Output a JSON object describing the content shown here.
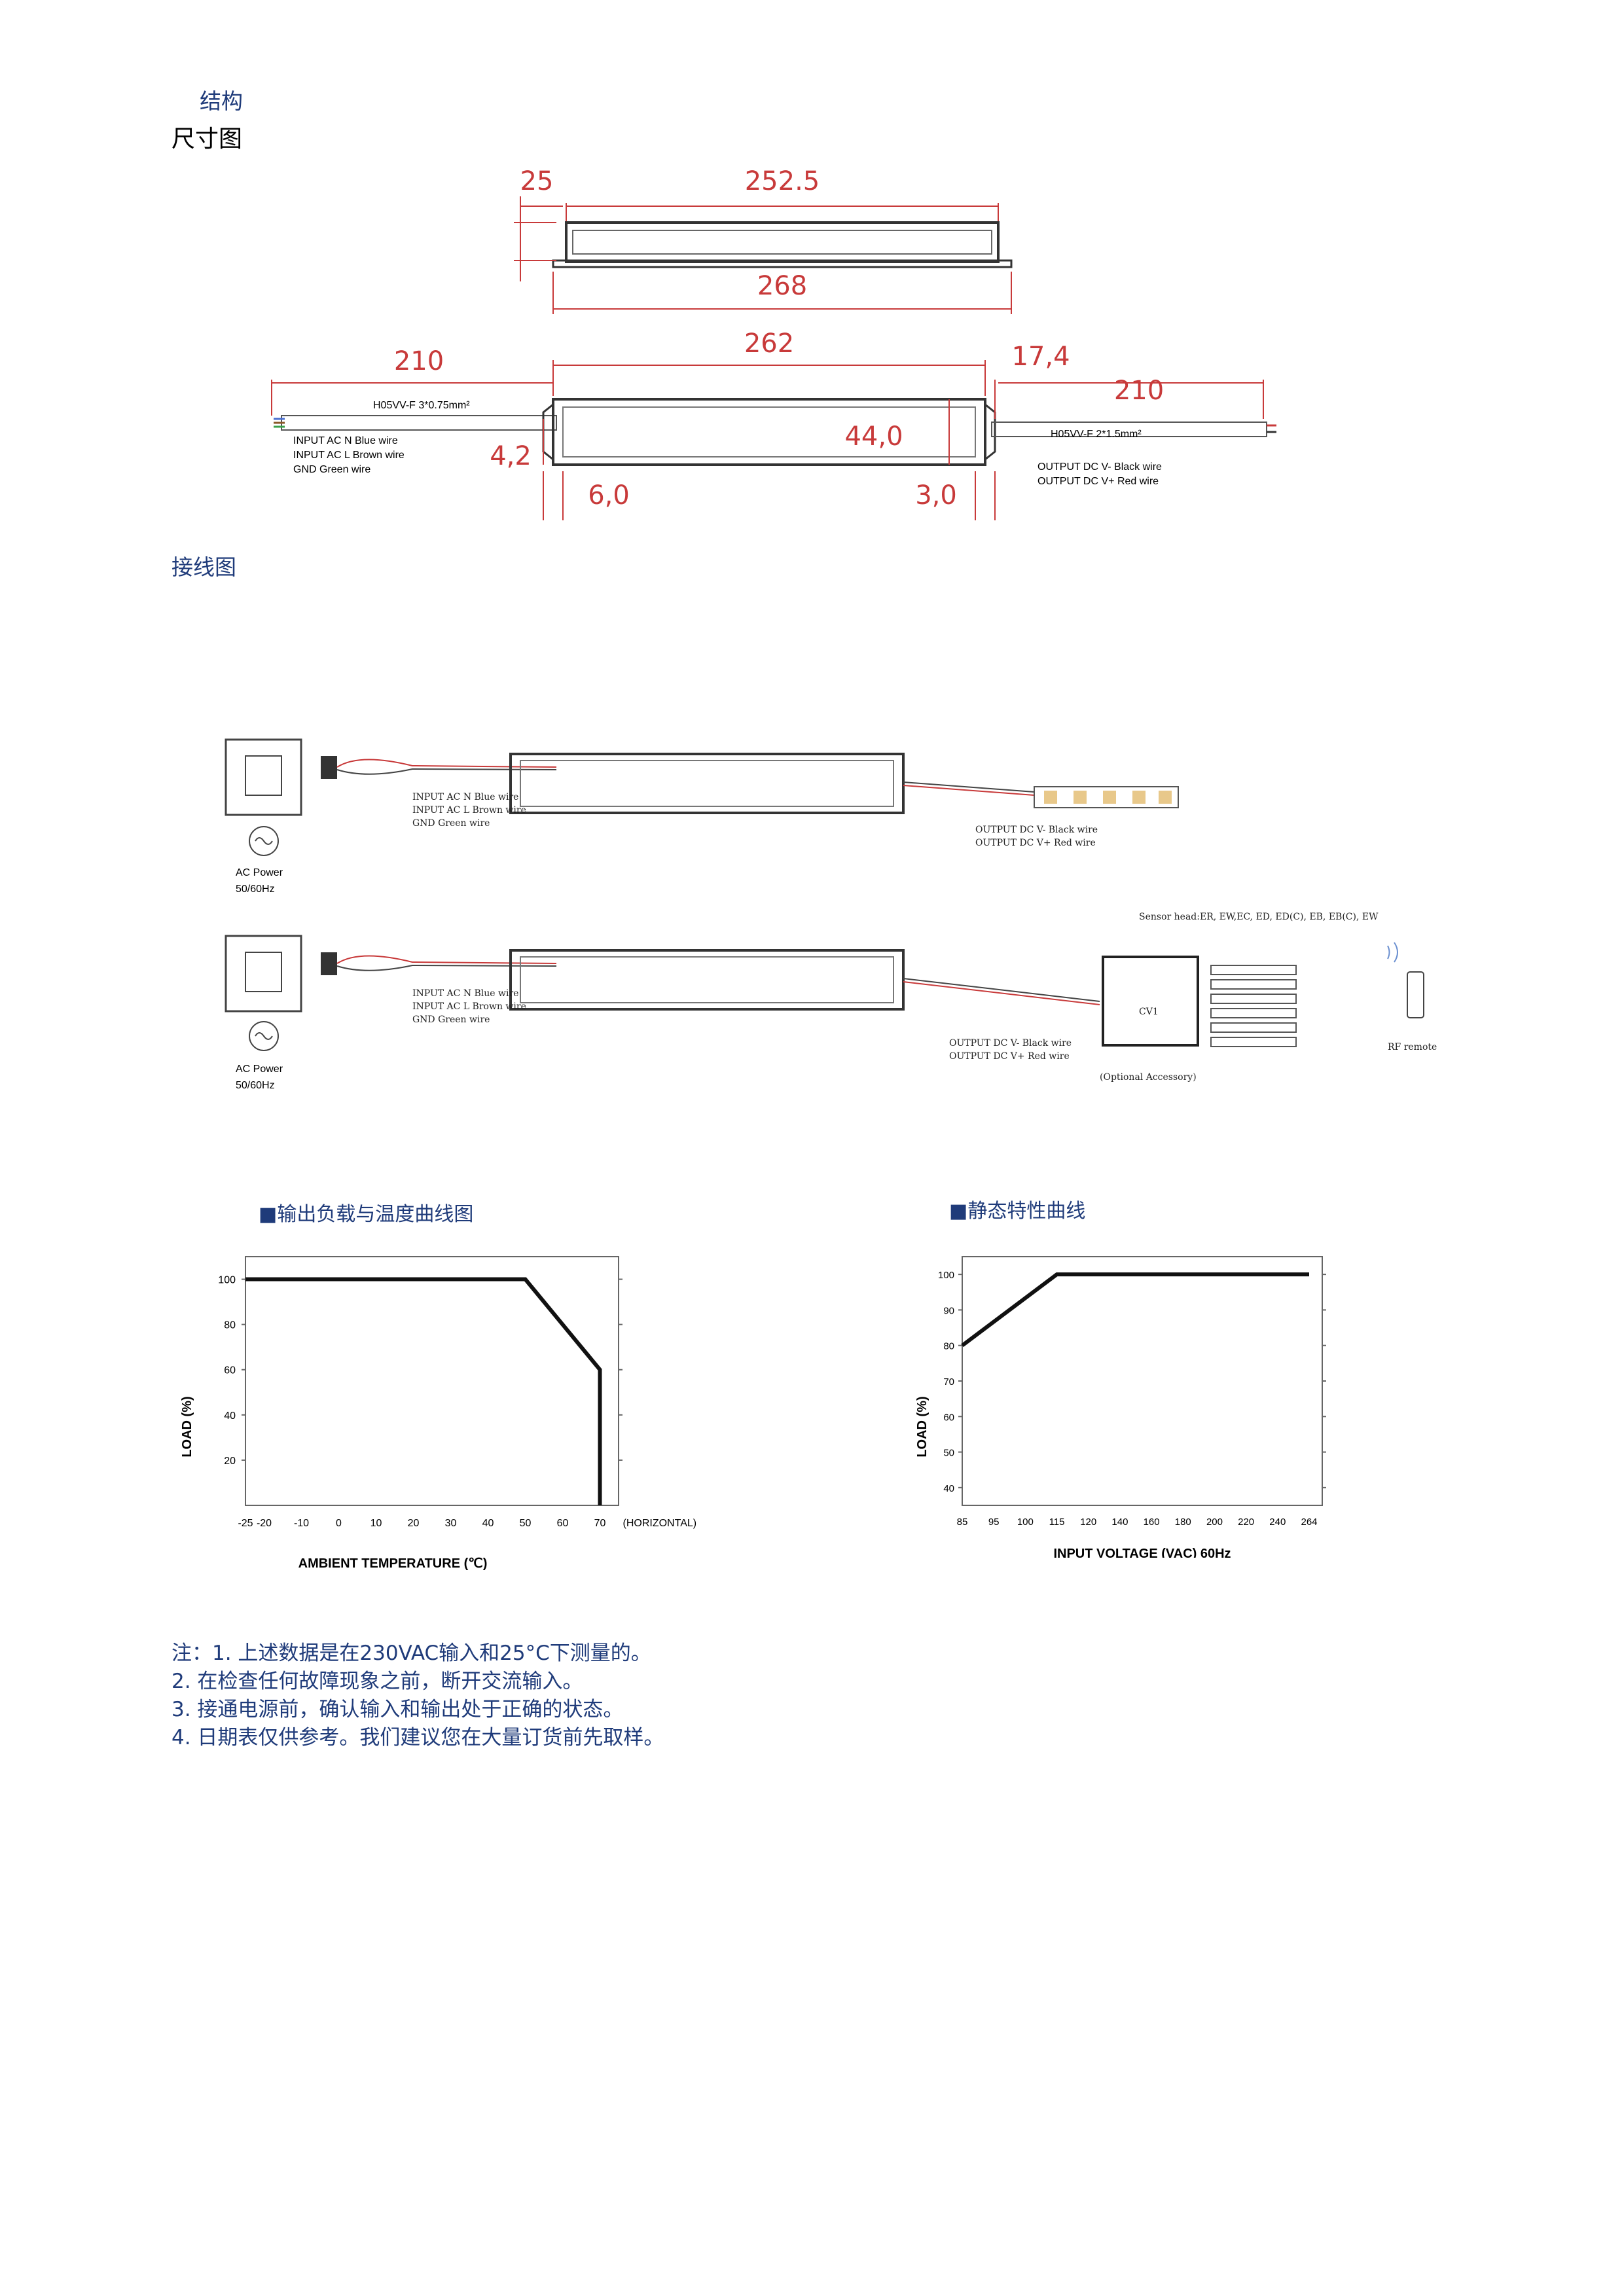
{
  "headings": {
    "structure": "结构",
    "dimension": "尺寸图",
    "wiring": "接线图"
  },
  "dimensions": {
    "top_left": "25",
    "top_length": "252.5",
    "top_total": "268",
    "cable_in_len": "210",
    "body_len": "262",
    "out_gap": "17,4",
    "cable_out_len": "210",
    "height": "44,0",
    "side": "4,2",
    "left_mount": "6,0",
    "right_mount": "3,0",
    "cable_in_spec": "H05VV-F 3*0.75mm²",
    "cable_out_spec": "H05VV-F 2*1.5mm²",
    "input_labels": [
      "INPUT AC N Blue wire",
      "INPUT AC L Brown wire",
      "GND Green wire"
    ],
    "output_labels": [
      "OUTPUT DC V- Black wire",
      "OUTPUT DC V+ Red wire"
    ]
  },
  "wiring": {
    "ac_power": "AC Power",
    "ac_freq": "50/60Hz",
    "input_labels": [
      "INPUT AC N Blue wire",
      "INPUT AC L Brown wire",
      "GND Green wire"
    ],
    "output_labels": [
      "OUTPUT DC V- Black wire",
      "OUTPUT DC V+ Red wire"
    ],
    "sensor_head": "Sensor head:ER, EW,EC, ED, ED(C), EB, EB(C), EW",
    "controller": "CV1",
    "optional": "(Optional Accessory)",
    "remote": "RF remote"
  },
  "chart_data": [
    {
      "type": "line",
      "title": "■输出负载与温度曲线图",
      "xlabel": "AMBIENT TEMPERATURE (℃)",
      "ylabel": "LOAD (%)",
      "x_ticks": [
        -25,
        -20,
        -10,
        0,
        10,
        20,
        30,
        40,
        50,
        60,
        70
      ],
      "x_extra_label": "(HORIZONTAL)",
      "y_ticks": [
        20,
        40,
        60,
        80,
        100
      ],
      "xlim": [
        -25,
        75
      ],
      "ylim": [
        0,
        110
      ],
      "series": [
        {
          "x": [
            -25,
            50,
            70,
            70
          ],
          "y": [
            100,
            100,
            60,
            0
          ]
        }
      ]
    },
    {
      "type": "line",
      "title": "■静态特性曲线",
      "xlabel": "INPUT VOLTAGE (VAC) 60Hz",
      "ylabel": "LOAD (%)",
      "x_ticks": [
        85,
        95,
        100,
        115,
        120,
        140,
        160,
        180,
        200,
        220,
        240,
        264
      ],
      "y_ticks": [
        40,
        50,
        60,
        70,
        80,
        90,
        100
      ],
      "ylim": [
        35,
        105
      ],
      "series": [
        {
          "x": [
            85,
            115,
            264
          ],
          "y": [
            80,
            100,
            100
          ]
        }
      ]
    }
  ],
  "notes": [
    "注：1. 上述数据是在230VAC输入和25°C下测量的。",
    "2. 在检查任何故障现象之前，断开交流输入。",
    "3. 接通电源前，确认输入和输出处于正确的状态。",
    "4. 日期表仅供参考。我们建议您在大量订货前先取样。"
  ]
}
